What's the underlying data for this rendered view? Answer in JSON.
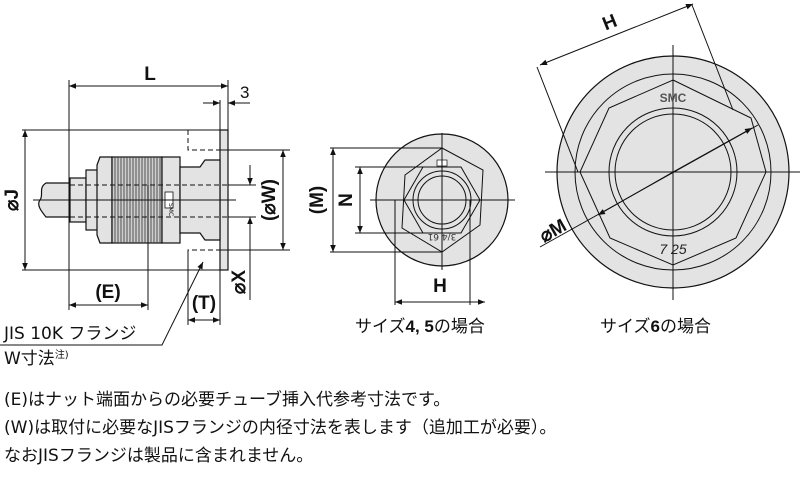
{
  "side_view": {
    "dim_L": "L",
    "dim_3": "3",
    "dim_J": "⌀J",
    "dim_W": "(⌀W)",
    "dim_X": "⌀X",
    "dim_E": "(E)",
    "dim_T": "(T)",
    "body_marking": "SMC",
    "leader_line1": "JIS 10K フランジ",
    "leader_line2": "W寸法",
    "leader_note_mark": "注)"
  },
  "front_view_small": {
    "dim_M": "(M)",
    "dim_N": "N",
    "dim_H": "H",
    "marking": "3/4 61",
    "caption_prefix": "サイズ",
    "caption_sizes": "4, 5",
    "caption_suffix": "の場合"
  },
  "front_view_large": {
    "dim_H": "H",
    "dim_M": "⌀M",
    "logo": "SMC",
    "marking": "7  25",
    "caption_prefix": "サイズ",
    "caption_sizes": "6",
    "caption_suffix": "の場合"
  },
  "notes": [
    "(E)はナット端面からの必要チューブ挿入代参考寸法です。",
    "(W)は取付に必要なJISフランジの内径寸法を表します（追加工が必要）。",
    "なおJISフランジは製品に含まれません。"
  ]
}
